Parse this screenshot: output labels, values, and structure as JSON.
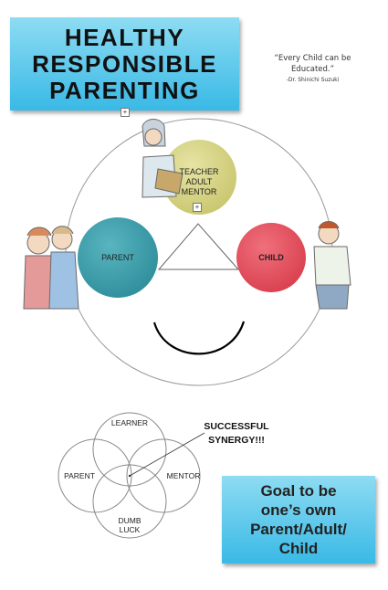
{
  "title": {
    "lines": [
      "HEALTHY",
      "RESPONSIBLE",
      "PARENTING"
    ]
  },
  "quote": {
    "text": "“Every Child can be Educated.”",
    "attribution": "-Dr. Shinichi Suzuki"
  },
  "expand_glyph": "+",
  "diagram": {
    "teacher_label": [
      "TEACHER",
      "ADULT",
      "MENTOR"
    ],
    "parent_label": "PARENT",
    "child_label": "CHILD",
    "colors": {
      "teacher": "#d5d385",
      "parent": "#3d9eaa",
      "child": "#e34e5c",
      "title_fill": "#39b9e6"
    }
  },
  "venn": {
    "labels": {
      "learner": "LEARNER",
      "parent": "PARENT",
      "mentor": "MENTOR",
      "dumb_luck": [
        "DUMB",
        "LUCK"
      ]
    },
    "annotation": [
      "SUCCESSFUL",
      "SYNERGY!!!"
    ]
  },
  "goal": {
    "lines": [
      "Goal to be",
      "one’s own",
      "Parent/Adult/",
      "Child"
    ]
  }
}
